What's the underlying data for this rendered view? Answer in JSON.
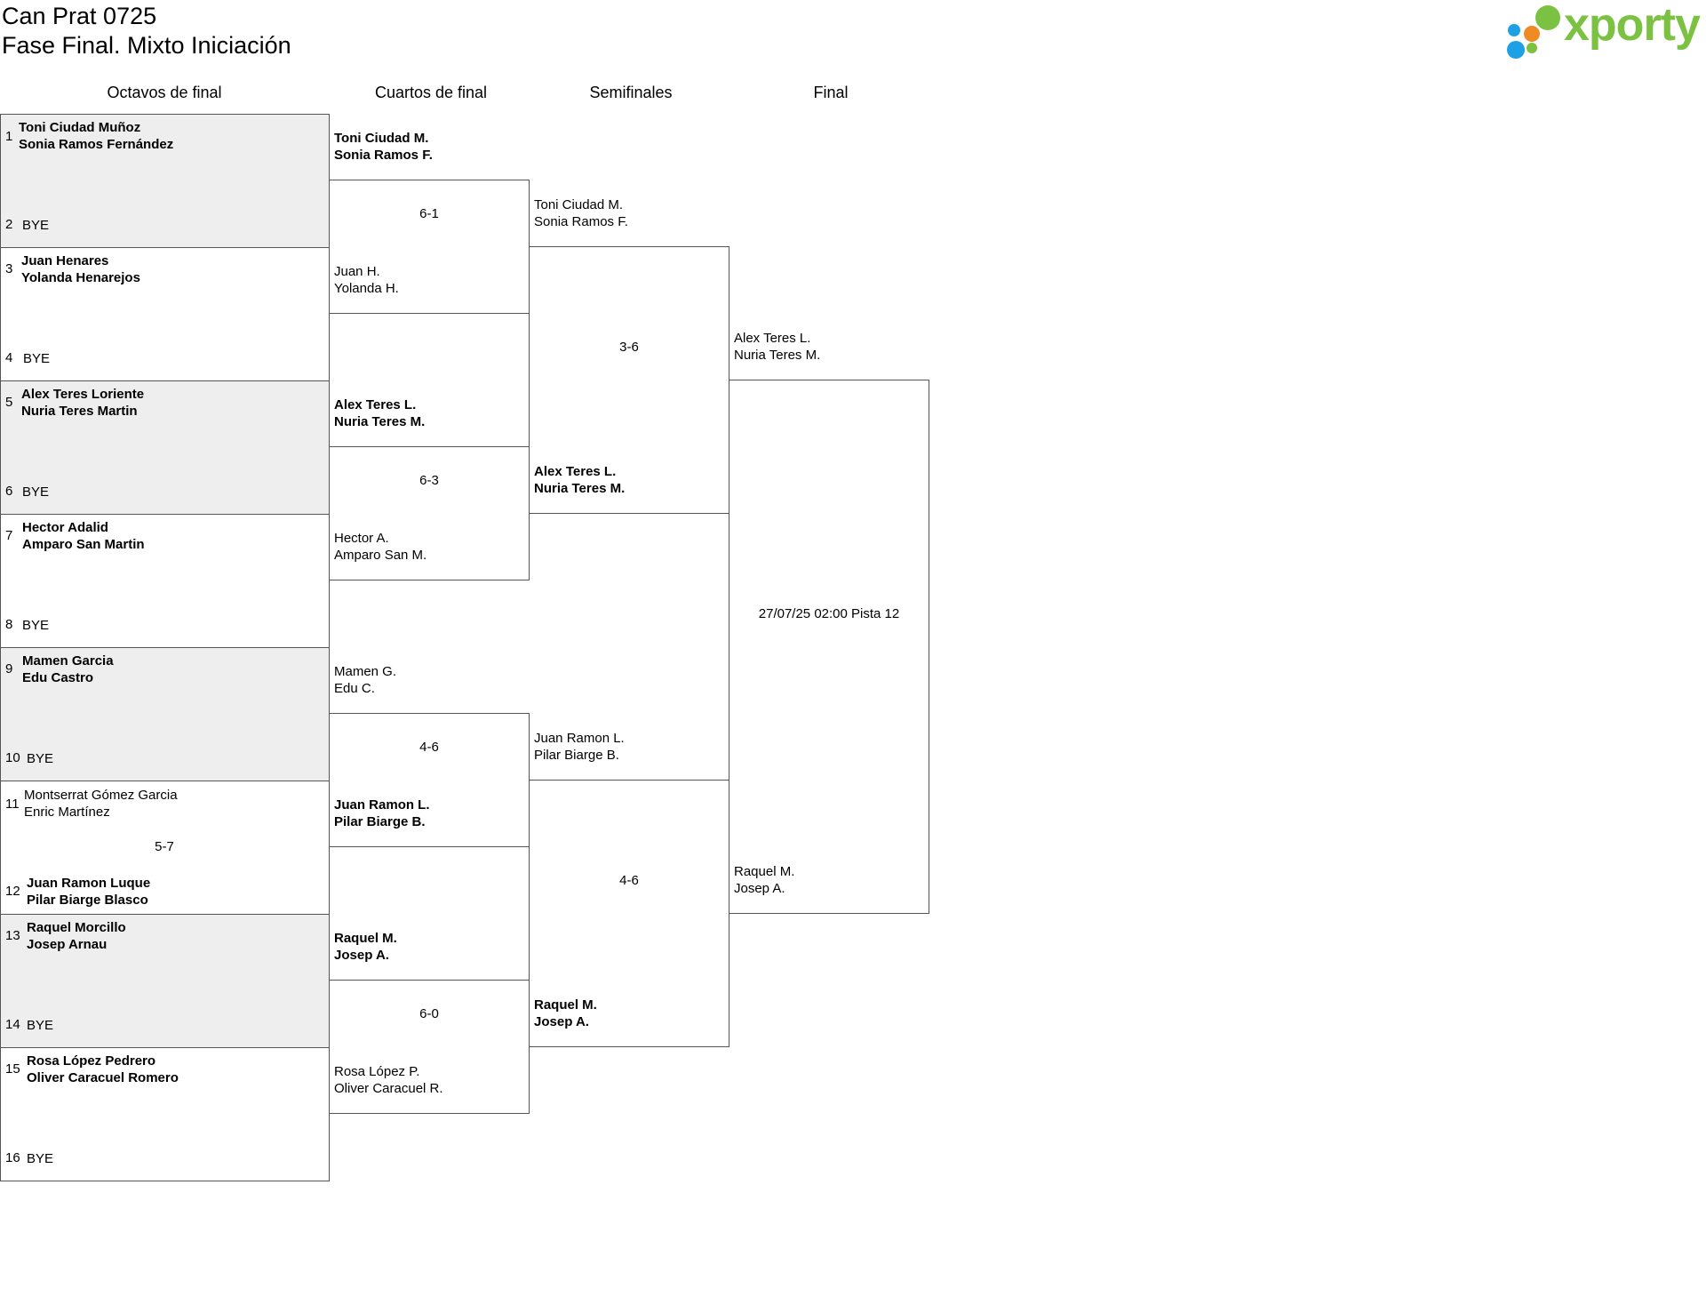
{
  "header": {
    "title": "Can Prat 0725",
    "subtitle": "Fase Final. Mixto Iniciación",
    "logo_text": "xporty"
  },
  "rounds": [
    "Octavos de final",
    "Cuartos de final",
    "Semifinales",
    "Final"
  ],
  "octavos": [
    {
      "seed_top": "1",
      "top_p1": "Toni Ciudad Muñoz",
      "top_p2": "Sonia Ramos Fernández",
      "seed_bottom": "2",
      "bottom": "BYE",
      "score": ""
    },
    {
      "seed_top": "3",
      "top_p1": "Juan Henares",
      "top_p2": "Yolanda Henarejos",
      "seed_bottom": "4",
      "bottom": "BYE",
      "score": ""
    },
    {
      "seed_top": "5",
      "top_p1": "Alex Teres Loriente",
      "top_p2": "Nuria Teres Martin",
      "seed_bottom": "6",
      "bottom": "BYE",
      "score": ""
    },
    {
      "seed_top": "7",
      "top_p1": "Hector Adalid",
      "top_p2": "Amparo San Martin",
      "seed_bottom": "8",
      "bottom": "BYE",
      "score": ""
    },
    {
      "seed_top": "9",
      "top_p1": "Mamen Garcia",
      "top_p2": "Edu Castro",
      "seed_bottom": "10",
      "bottom": "BYE",
      "score": ""
    },
    {
      "seed_top": "11",
      "top_p1": "Montserrat Gómez Garcia",
      "top_p2": "Enric Martínez",
      "seed_bottom": "12",
      "bottom_p1": "Juan Ramon Luque",
      "bottom_p2": "Pilar Biarge Blasco",
      "score": "5-7"
    },
    {
      "seed_top": "13",
      "top_p1": "Raquel Morcillo",
      "top_p2": "Josep Arnau",
      "seed_bottom": "14",
      "bottom": "BYE",
      "score": ""
    },
    {
      "seed_top": "15",
      "top_p1": "Rosa López Pedrero",
      "top_p2": "Oliver Caracuel Romero",
      "seed_bottom": "16",
      "bottom": "BYE",
      "score": ""
    }
  ],
  "cuartos": [
    {
      "top_p1": "Toni Ciudad M.",
      "top_p2": "Sonia Ramos F.",
      "bottom_p1": "Juan H.",
      "bottom_p2": "Yolanda H.",
      "score": "6-1"
    },
    {
      "top_p1": "Alex Teres L.",
      "top_p2": "Nuria Teres M.",
      "bottom_p1": "Hector A.",
      "bottom_p2": "Amparo San M.",
      "score": "6-3"
    },
    {
      "top_p1": "Mamen G.",
      "top_p2": "Edu C.",
      "bottom_p1": "Juan Ramon L.",
      "bottom_p2": "Pilar Biarge B.",
      "score": "4-6"
    },
    {
      "top_p1": "Raquel M.",
      "top_p2": "Josep A.",
      "bottom_p1": "Rosa López P.",
      "bottom_p2": "Oliver Caracuel R.",
      "score": "6-0"
    }
  ],
  "semis": [
    {
      "top_p1": "Toni Ciudad M.",
      "top_p2": "Sonia Ramos F.",
      "bottom_p1": "Alex Teres L.",
      "bottom_p2": "Nuria Teres M.",
      "score": "3-6"
    },
    {
      "top_p1": "Juan Ramon L.",
      "top_p2": "Pilar Biarge B.",
      "bottom_p1": "Raquel M.",
      "bottom_p2": "Josep A.",
      "score": "4-6"
    }
  ],
  "final": {
    "top_p1": "Alex Teres L.",
    "top_p2": "Nuria Teres M.",
    "bottom_p1": "Raquel M.",
    "bottom_p2": "Josep A.",
    "schedule": "27/07/25 02:00 Pista 12"
  }
}
